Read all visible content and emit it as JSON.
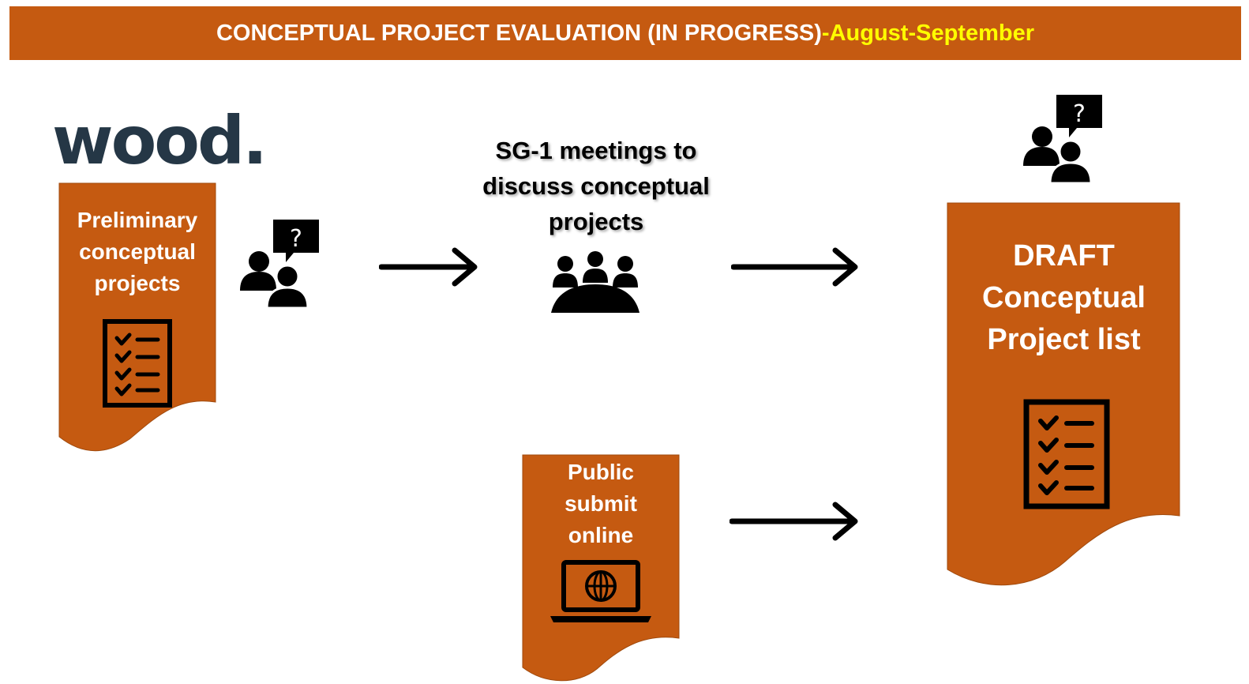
{
  "header": {
    "title": "CONCEPTUAL PROJECT EVALUATION (IN PROGRESS)",
    "separator": " - ",
    "dates": "August-September"
  },
  "logo": {
    "text": "wood",
    "dot": "."
  },
  "nodes": {
    "preliminary": {
      "label_lines": [
        "Preliminary",
        "conceptual",
        "projects"
      ],
      "icon": "checklist-icon"
    },
    "meetings": {
      "label_lines": [
        "SG-1 meetings to",
        "discuss conceptual",
        "projects"
      ],
      "icon": "group-meeting-icon"
    },
    "draft": {
      "label_lines": [
        "DRAFT",
        "Conceptual",
        "Project list"
      ],
      "icon": "checklist-icon"
    },
    "public": {
      "label_lines": [
        "Public",
        "submit",
        "online"
      ],
      "icon": "laptop-globe-icon"
    }
  },
  "icons": {
    "question_people": "people-question-icon",
    "question_mark": "?"
  },
  "colors": {
    "accent": "#c55a11",
    "highlight": "#ffff00",
    "logo": "#253746"
  }
}
